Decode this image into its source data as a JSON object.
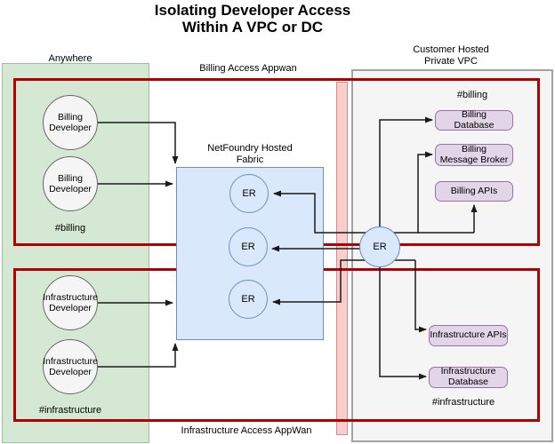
{
  "title": {
    "line1": "Isolating Developer Access",
    "line2": "Within A VPC or DC"
  },
  "regions": {
    "anywhere": {
      "label": "Anywhere",
      "tag_billing": "#billing",
      "tag_infrastructure": "#infrastructure"
    },
    "fabric": {
      "label_line1": "NetFoundry Hosted",
      "label_line2": "Fabric"
    },
    "vpc": {
      "label_line1": "Customer Hosted",
      "label_line2": "Private VPC",
      "tag_billing": "#billing",
      "tag_infrastructure": "#infrastructure"
    },
    "appwan_billing": {
      "label": "Billing Access Appwan"
    },
    "appwan_infrastructure": {
      "label": "Infrastructure Access AppWan"
    }
  },
  "nodes": {
    "billing_developer": {
      "line1": "Billing",
      "line2": "Developer"
    },
    "infrastructure_developer": {
      "line1": "Infrastructure",
      "line2": "Developer"
    },
    "edge_router": {
      "label": "ER"
    }
  },
  "services": {
    "billing_database": {
      "line1": "Billing",
      "line2": "Database"
    },
    "billing_message_broker": {
      "line1": "Billing",
      "line2": "Message Broker"
    },
    "billing_apis": {
      "line1": "Billing APIs"
    },
    "infrastructure_apis": {
      "line1": "Infrastructure APIs"
    },
    "infrastructure_database": {
      "line1": "Infrastructure",
      "line2": "Database"
    }
  },
  "colors": {
    "anywhere_fill": "#d5e8d4",
    "fabric_fill": "#dae8fc",
    "vpc_fill": "#f5f5f5",
    "service_fill": "#e1d5e7",
    "service_border": "#9673a6",
    "firewall_fill": "#f8cecc",
    "appwan_border": "#b00000",
    "er_border": "#6c8ebf",
    "node_fill": "#f5f5f5",
    "connector": "#1a1a1a"
  }
}
